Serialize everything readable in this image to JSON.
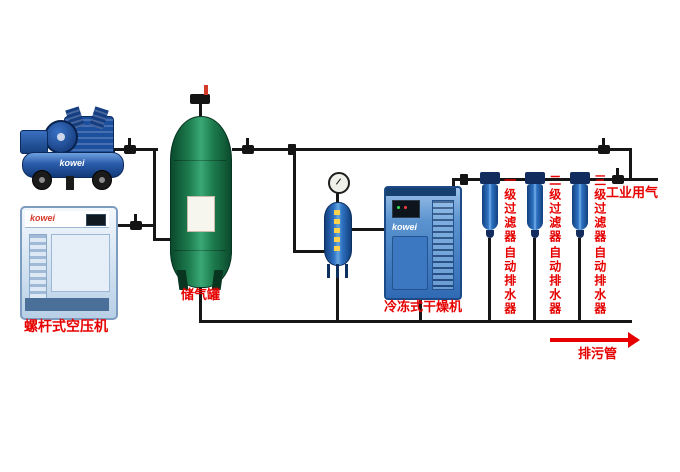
{
  "brand": "kowei",
  "devices": {
    "screw_compressor": {
      "label": "螺杆式空压机"
    },
    "air_tank": {
      "label": "储气罐"
    },
    "dryer": {
      "label": "冷冻式干燥机"
    }
  },
  "filters": [
    {
      "label": "一级过滤器",
      "drain": "自动排水器"
    },
    {
      "label": "二级过滤器",
      "drain": "自动排水器"
    },
    {
      "label": "三级过滤器",
      "drain": "自动排水器"
    }
  ],
  "outlet": {
    "label": "工业用气"
  },
  "drain": {
    "label": "排污管"
  },
  "colors": {
    "label_red": "#e60000",
    "pipe_black": "#161616",
    "tank_green": "#1d7c4e",
    "device_blue": "#2f74c4",
    "arrow_red": "#e60000"
  }
}
